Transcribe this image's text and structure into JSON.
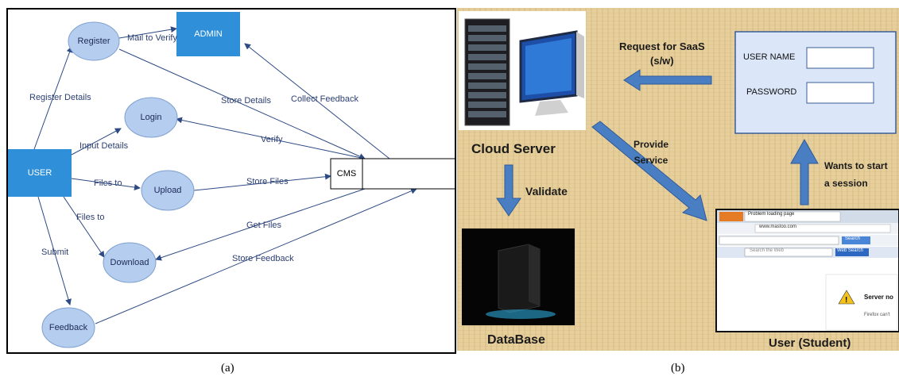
{
  "panel_a": {
    "caption": "(a)",
    "nodes": {
      "user": "USER",
      "admin": "ADMIN",
      "cms": "CMS",
      "register": "Register",
      "login": "Login",
      "upload": "Upload",
      "download": "Download",
      "feedback": "Feedback"
    },
    "edges": {
      "register_details": "Register Details",
      "mail_to_verify": "Mail to Verify",
      "store_details": "Store Details",
      "collect_feedback": "Collect Feedback",
      "input_details": "Input Details",
      "verify": "Verify",
      "files_to_upload": "Files to",
      "store_files": "Store Files",
      "files_to_download": "Files to",
      "get_files": "Get Files",
      "submit": "Submit",
      "store_feedback": "Store  Feedback"
    },
    "colors": {
      "node_fill": "#b5cdee",
      "rect_fill": "#2f8fd8",
      "line": "#2d4a84"
    }
  },
  "panel_b": {
    "caption": "(b)",
    "cloud_server": "Cloud Server",
    "validate": "Validate",
    "database": "DataBase",
    "request": "Request for SaaS\n(s/w)",
    "provide_service": "Provide\nService",
    "wants_session": "Wants to start\na session",
    "user_student": "User (Student)",
    "login_form": {
      "username_label": "USER NAME",
      "password_label": "PASSWORD"
    },
    "browser": {
      "tab_title": "Problem loading page",
      "url": "www.mastoo.com",
      "search_button": "Search",
      "search_placeholder": "Search the Web",
      "web_search_button": "Web Search",
      "error_title": "Server no",
      "error_sub": "Firefox can't"
    },
    "colors": {
      "arrow": "#4a7ec2",
      "background": "#e6cf9b"
    }
  }
}
